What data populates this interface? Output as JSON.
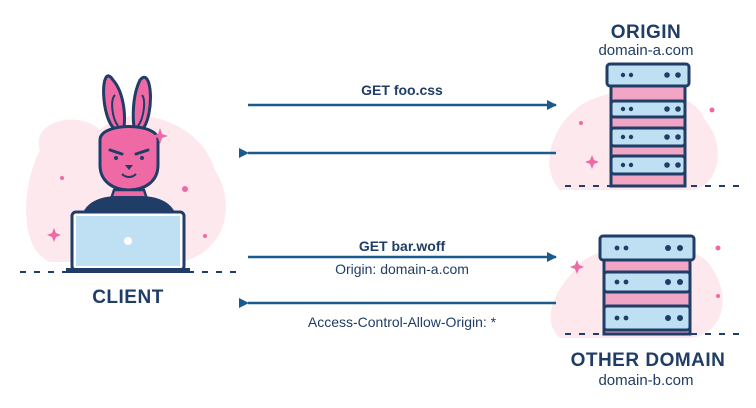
{
  "client": {
    "label": "CLIENT"
  },
  "origin": {
    "title": "ORIGIN",
    "domain": "domain-a.com"
  },
  "other": {
    "title": "OTHER DOMAIN",
    "domain": "domain-b.com"
  },
  "arrows": {
    "request1": "GET foo.css",
    "request2": "GET bar.woff",
    "request2_header": "Origin: domain-a.com",
    "response2_header": "Access-Control-Allow-Origin: *"
  },
  "colors": {
    "navy": "#1f3d66",
    "arrow": "#1b5a8c",
    "pink": "#ef6aa5",
    "server_blue": "#bfe0f2",
    "server_pink": "#f2a6c6",
    "blob": "#fde8ee"
  }
}
